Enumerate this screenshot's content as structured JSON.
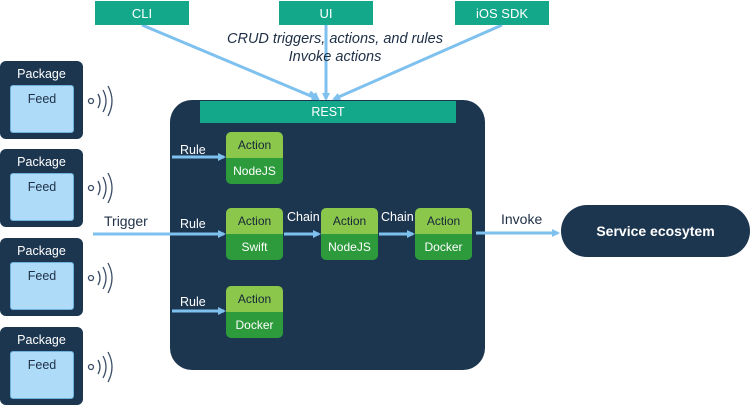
{
  "clients": [
    {
      "label": "CLI"
    },
    {
      "label": "UI"
    },
    {
      "label": "iOS SDK"
    }
  ],
  "caption": {
    "line1": "CRUD triggers, actions, and rules",
    "line2": "Invoke actions"
  },
  "rest_label": "REST",
  "packages": [
    {
      "title": "Package",
      "feed": "Feed"
    },
    {
      "title": "Package",
      "feed": "Feed"
    },
    {
      "title": "Package",
      "feed": "Feed"
    },
    {
      "title": "Package",
      "feed": "Feed"
    }
  ],
  "trigger_label": "Trigger",
  "rules": [
    "Rule",
    "Rule",
    "Rule"
  ],
  "chain_labels": [
    "Chain",
    "Chain"
  ],
  "actions": [
    {
      "title": "Action",
      "runtime": "NodeJS"
    },
    {
      "title": "Action",
      "runtime": "Swift"
    },
    {
      "title": "Action",
      "runtime": "NodeJS"
    },
    {
      "title": "Action",
      "runtime": "Docker"
    },
    {
      "title": "Action",
      "runtime": "Docker"
    }
  ],
  "invoke_label": "Invoke",
  "service_label": "Service ecosytem",
  "colors": {
    "navy": "#1d3650",
    "teal": "#14a88a",
    "arrow": "#7ec1ee",
    "action_top": "#8bc74a",
    "action_bottom": "#2d9a3c",
    "feed_fill": "#aedbf8"
  }
}
